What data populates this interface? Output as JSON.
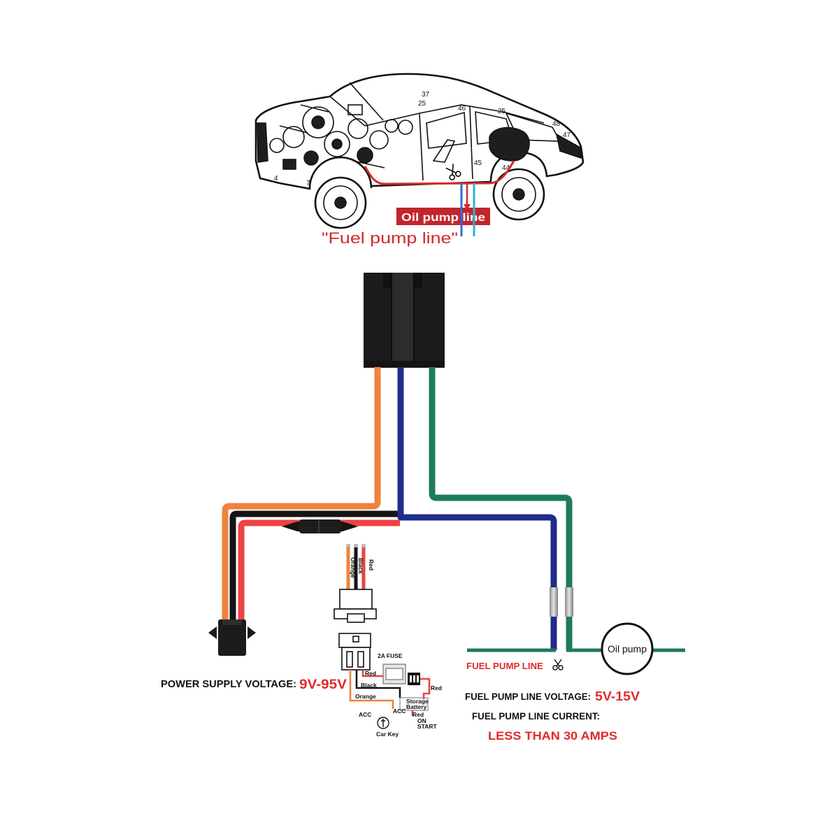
{
  "car_illustration": {
    "part_numbers": [
      "37",
      "25",
      "46",
      "25",
      "48",
      "47",
      "45",
      "44",
      "4",
      "7"
    ],
    "oil_pump_line_label": "Oil pump line",
    "fuel_pump_line_label": "\"Fuel pump line\""
  },
  "wire_colors": {
    "orange": "#f0823e",
    "navy": "#1f2c8a",
    "green": "#1e7b5d",
    "red": "#ec4343",
    "black": "#141414",
    "cut_line": "#d42a2a",
    "blue_line": "#2a6fd8",
    "cyan_line": "#2bb3d4",
    "label_box": "#c1262c"
  },
  "connector_inset": {
    "wire_labels": [
      "Orange",
      "Black",
      "Red"
    ]
  },
  "wiring_inset": {
    "fuse_label": "2A FUSE",
    "red_label": "Red",
    "black_label": "Black",
    "orange_label": "Orange",
    "battery_red_label": "Red",
    "battery_label_1": "Storage",
    "battery_label_2": "Battery",
    "acc_label_1": "ACC",
    "acc_label_2": "ACC",
    "ignition_red_label": "Red",
    "on_label": "ON",
    "start_label": "START",
    "car_key_label": "Car Key"
  },
  "fuel_pump_line": {
    "label": "FUEL PUMP LINE",
    "pump_label": "Oil pump"
  },
  "icons": {
    "cut": "scissors-icon",
    "key": "car-key-icon"
  },
  "specs": {
    "power_supply_label": "POWER SUPPLY VOLTAGE:",
    "power_supply_value": "9V-95V",
    "fuel_pump_voltage_label": "FUEL PUMP LINE VOLTAGE:",
    "fuel_pump_voltage_value": "5V-15V",
    "fuel_pump_current_label": "FUEL PUMP LINE CURRENT:",
    "fuel_pump_current_value": "LESS THAN 30 AMPS"
  }
}
